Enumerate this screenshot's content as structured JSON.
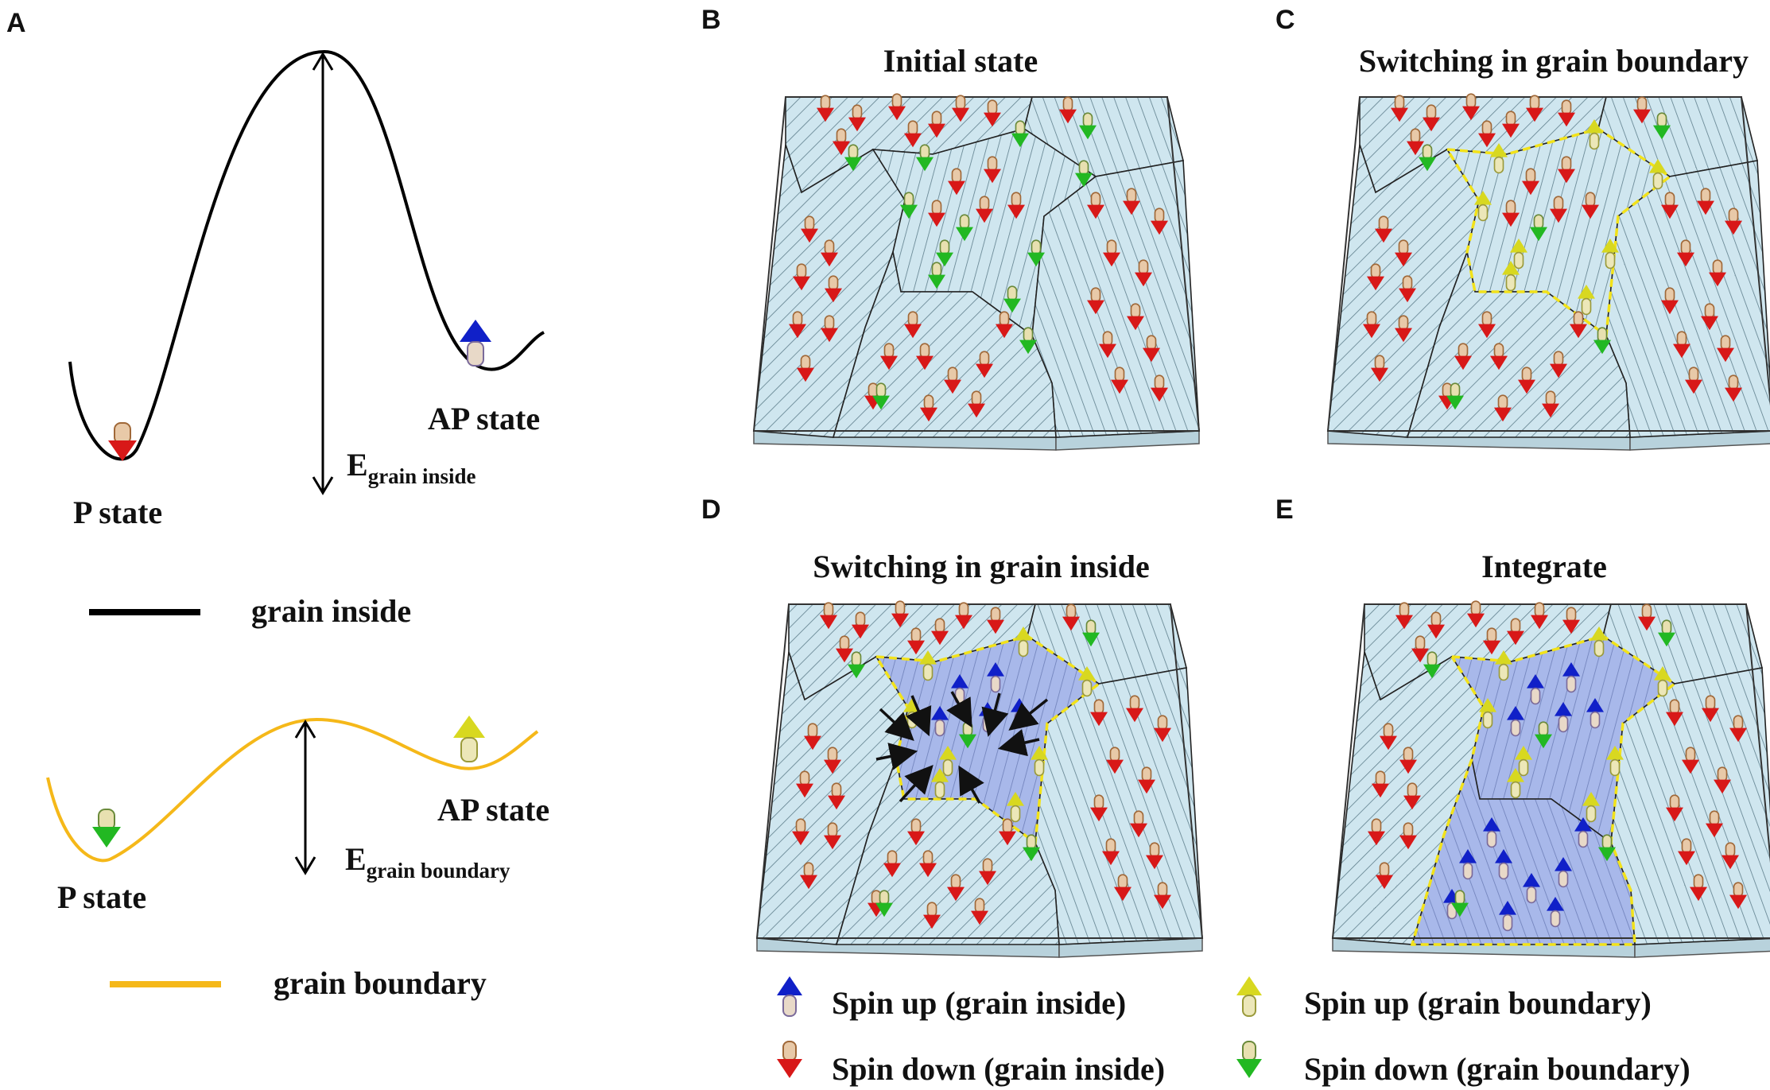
{
  "panels": {
    "a": {
      "letter": "A"
    },
    "b": {
      "letter": "B",
      "title": "Initial state"
    },
    "c": {
      "letter": "C",
      "title": "Switching in grain boundary"
    },
    "d": {
      "letter": "D",
      "title": "Switching in grain inside"
    },
    "e": {
      "letter": "E",
      "title": "Integrate"
    }
  },
  "energy": {
    "inside": {
      "p_label": "P state",
      "ap_label": "AP state",
      "e_main": "E",
      "e_sub": "grain inside",
      "legend": "grain inside"
    },
    "boundary": {
      "p_label": "P state",
      "ap_label": "AP state",
      "e_main": "E",
      "e_sub": "grain boundary",
      "legend": "grain boundary"
    }
  },
  "legend": {
    "up_inside": "Spin up (grain inside)",
    "down_inside": "Spin down (grain inside)",
    "up_boundary": "Spin up (grain boundary)",
    "down_boundary": "Spin down (grain boundary)"
  },
  "colors": {
    "tile_fill": "#cfe6ef",
    "hatch": "#5f7f8c",
    "switched_fill": "#9fb2e8",
    "boundary_line": "#f2e21a",
    "grain_line": "#222222",
    "inside_curve": "#000000",
    "boundary_curve": "#f5b819",
    "spin_up_inside": "#1020c8",
    "spin_down_inside": "#d81818",
    "spin_up_boundary": "#d8d820",
    "spin_down_boundary": "#22b822"
  }
}
